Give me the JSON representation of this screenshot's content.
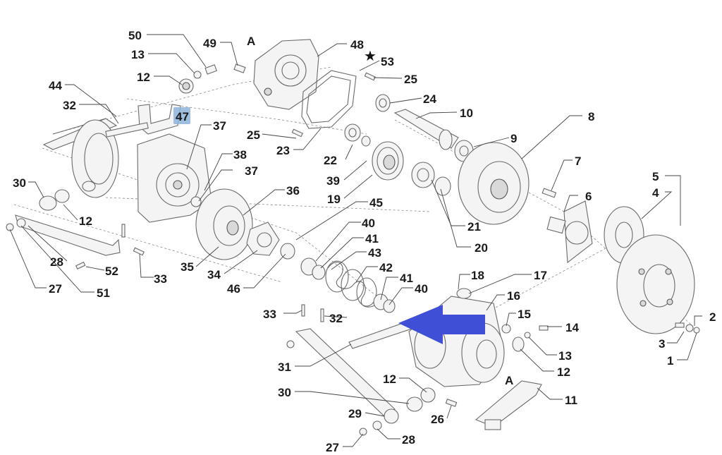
{
  "diagram": {
    "highlighted_part": "47",
    "section_marks": [
      "A",
      "A"
    ],
    "star_symbol": "★",
    "colors": {
      "highlight": "#8fb3d9",
      "pointer_arrow": "#3f4fd6",
      "ink": "#1a1a1a"
    },
    "labels": [
      "50",
      "13",
      "12",
      "49",
      "48",
      "53",
      "25",
      "44",
      "32",
      "47",
      "37",
      "24",
      "10",
      "8",
      "25",
      "23",
      "38",
      "37",
      "22",
      "9",
      "39",
      "19",
      "30",
      "36",
      "7",
      "5",
      "4",
      "12",
      "45",
      "6",
      "21",
      "20",
      "40",
      "41",
      "28",
      "52",
      "33",
      "35",
      "34",
      "46",
      "43",
      "42",
      "41",
      "40",
      "27",
      "51",
      "18",
      "17",
      "16",
      "15",
      "33",
      "32",
      "2",
      "14",
      "3",
      "1",
      "13",
      "12",
      "31",
      "11",
      "12",
      "30",
      "29",
      "26",
      "27",
      "28"
    ]
  }
}
